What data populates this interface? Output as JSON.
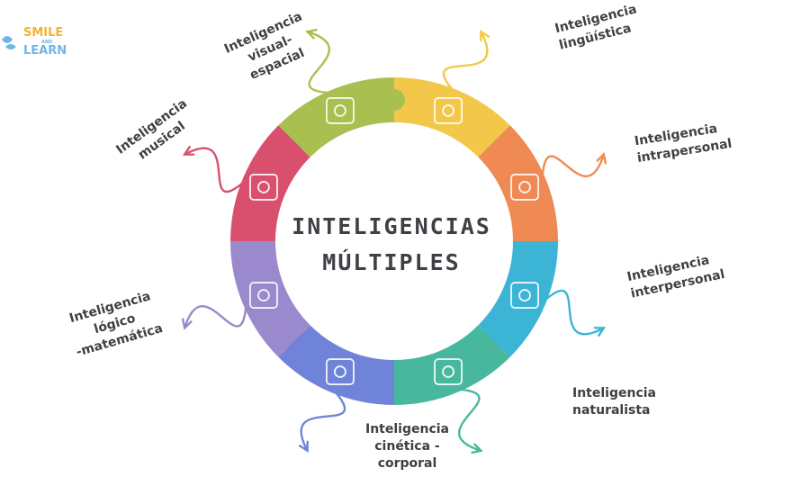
{
  "logo": {
    "line1": "SMILE",
    "small": "AND",
    "line2": "LEARN"
  },
  "title": {
    "line1": "INTELIGENCIAS",
    "line2": "MÚLTIPLES"
  },
  "intelligences": [
    {
      "key": "linguistica",
      "lines": [
        "Inteligencia",
        "lingüística"
      ],
      "color": "#f3c84a",
      "icon": "globe-icon"
    },
    {
      "key": "intrapersonal",
      "lines": [
        "Inteligencia",
        "intrapersonal"
      ],
      "color": "#f08a55",
      "icon": "head-icon"
    },
    {
      "key": "interpersonal",
      "lines": [
        "Inteligencia",
        "interpersonal"
      ],
      "color": "#3bb4d6",
      "icon": "people-talking-icon"
    },
    {
      "key": "naturalista",
      "lines": [
        "Inteligencia",
        "naturalista"
      ],
      "color": "#47b89d",
      "icon": "mountains-sun-icon"
    },
    {
      "key": "cinetica",
      "lines": [
        "Inteligencia",
        "cinética -",
        "corporal"
      ],
      "color": "#6f84d9",
      "icon": "running-person-icon"
    },
    {
      "key": "logico",
      "lines": [
        "Inteligencia",
        "lógico",
        "-matemática"
      ],
      "color": "#9a89cc",
      "icon": "cube-formula-icon"
    },
    {
      "key": "musical",
      "lines": [
        "Inteligencia",
        "musical"
      ],
      "color": "#d9506f",
      "icon": "music-notes-icon"
    },
    {
      "key": "visual",
      "lines": [
        "Inteligencia",
        "visual-",
        "espacial"
      ],
      "color": "#a9c050",
      "icon": "eye-frame-icon"
    }
  ]
}
